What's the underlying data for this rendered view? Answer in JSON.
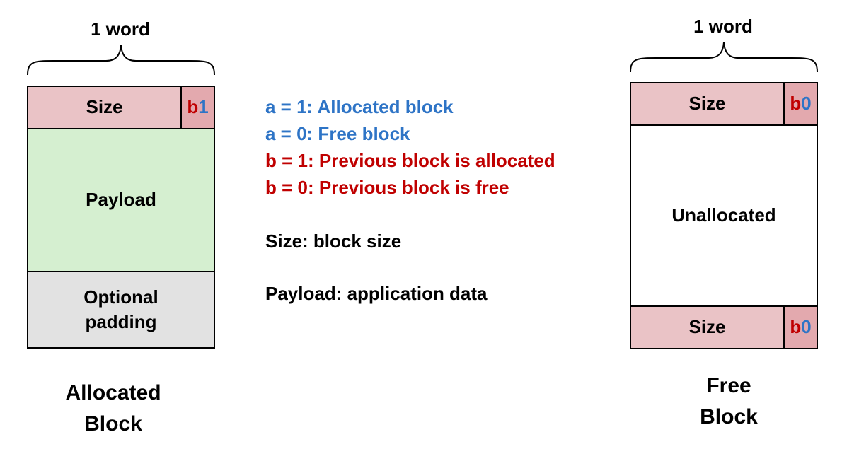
{
  "allocated": {
    "word_label": "1 word",
    "size_label": "Size",
    "bit_b": "b",
    "bit_a": "1",
    "payload_label": "Payload",
    "padding_line1": "Optional",
    "padding_line2": "padding",
    "caption_line1": "Allocated",
    "caption_line2": "Block"
  },
  "free": {
    "word_label": "1 word",
    "top_size_label": "Size",
    "top_bit_b": "b",
    "top_bit_a": "0",
    "unallocated_label": "Unallocated",
    "bottom_size_label": "Size",
    "bottom_bit_b": "b",
    "bottom_bit_a": "0",
    "caption_line1": "Free",
    "caption_line2": "Block"
  },
  "legend": {
    "a1": "a = 1: Allocated block",
    "a0": "a = 0: Free block",
    "b1": "b = 1: Previous block is allocated",
    "b0": "b = 0: Previous block is free",
    "size": "Size: block size",
    "payload": "Payload: application data"
  },
  "colors": {
    "header_fill": "#eac3c6",
    "bit_fill": "#e3a9ae",
    "payload_fill": "#d5efd0",
    "padding_fill": "#e2e2e2",
    "blue": "#2e74c6",
    "red": "#c00000"
  }
}
